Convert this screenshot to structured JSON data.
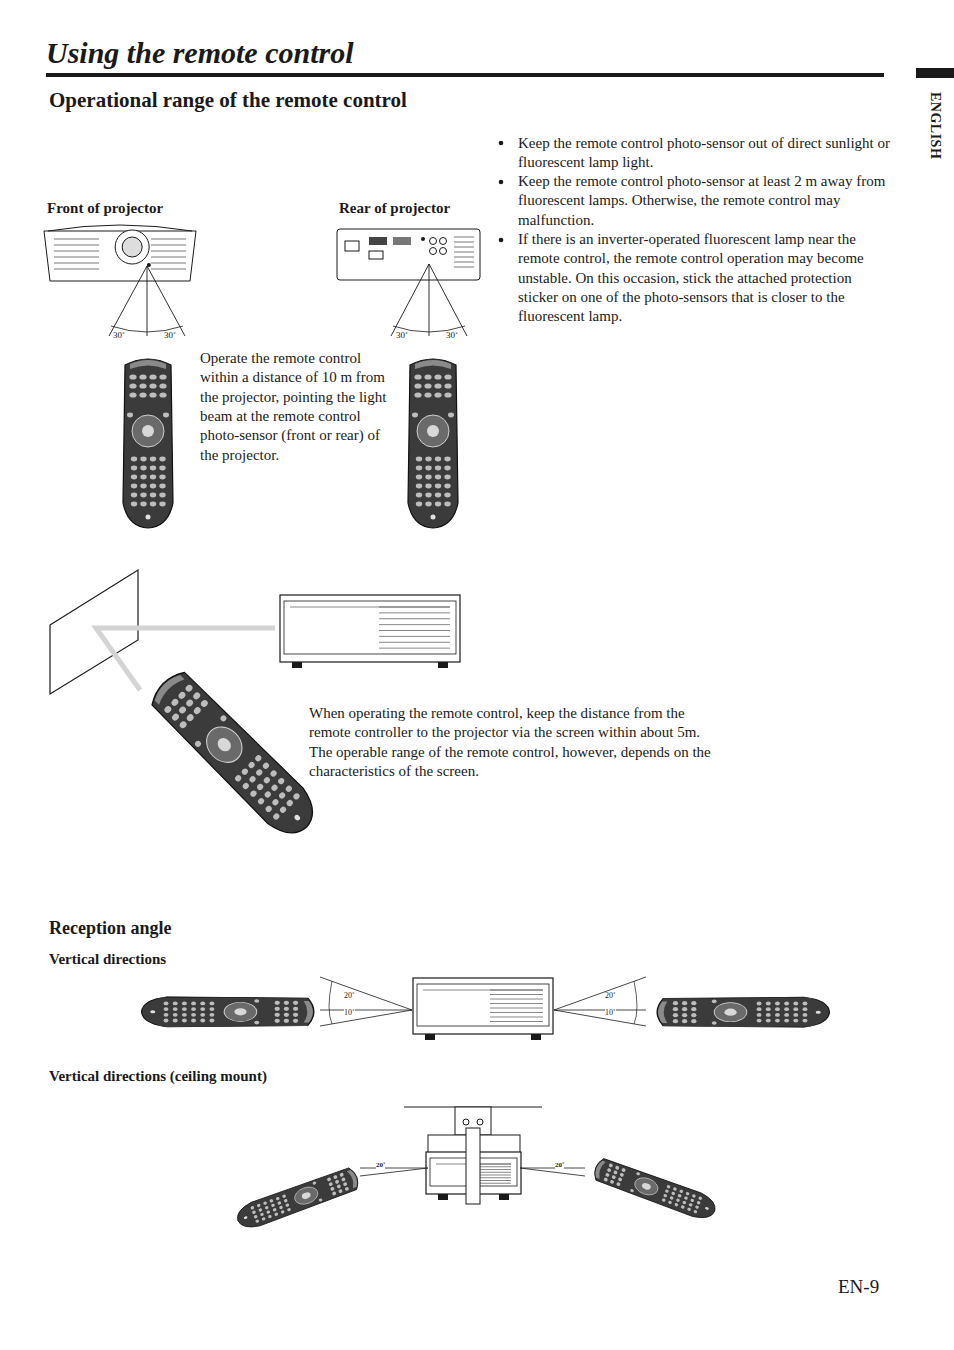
{
  "diagram": {
    "title": "Using the remote control",
    "labels": [
      "Operational range of the remote control",
      "Front of projector",
      "Rear of projector",
      "Keep the remote control photo-sensor out of direct sunlight or fluorescent lamp light.",
      "Keep the remote control photo-sensor at least 2 m away from fluorescent lamps. Otherwise, the remote control may malfunction.",
      "If there is an inverter-operated fluorescent lamp near the remote control, the remote control operation may become unstable. On this occasion, stick the attached protection sticker on one of the photo-sensors that is closer to the fluorescent lamp.",
      "30˚",
      "30˚",
      "30˚",
      "30˚",
      "Operate the remote control within a distance of 10 m from the projector, pointing the light beam at the remote control photo-sensor (front or rear) of the projector.",
      "When operating the remote control, keep the distance from the remote controller to the projector via the screen within about 5m. The operable range of the remote control, however, depends on the characteristics of the screen.",
      "Reception angle",
      "Vertical directions",
      "20˚",
      "10˚",
      "20˚",
      "10˚",
      "Vertical directions (ceiling mount)",
      "20˚",
      "20˚",
      "ENGLISH",
      "EN-9"
    ]
  }
}
